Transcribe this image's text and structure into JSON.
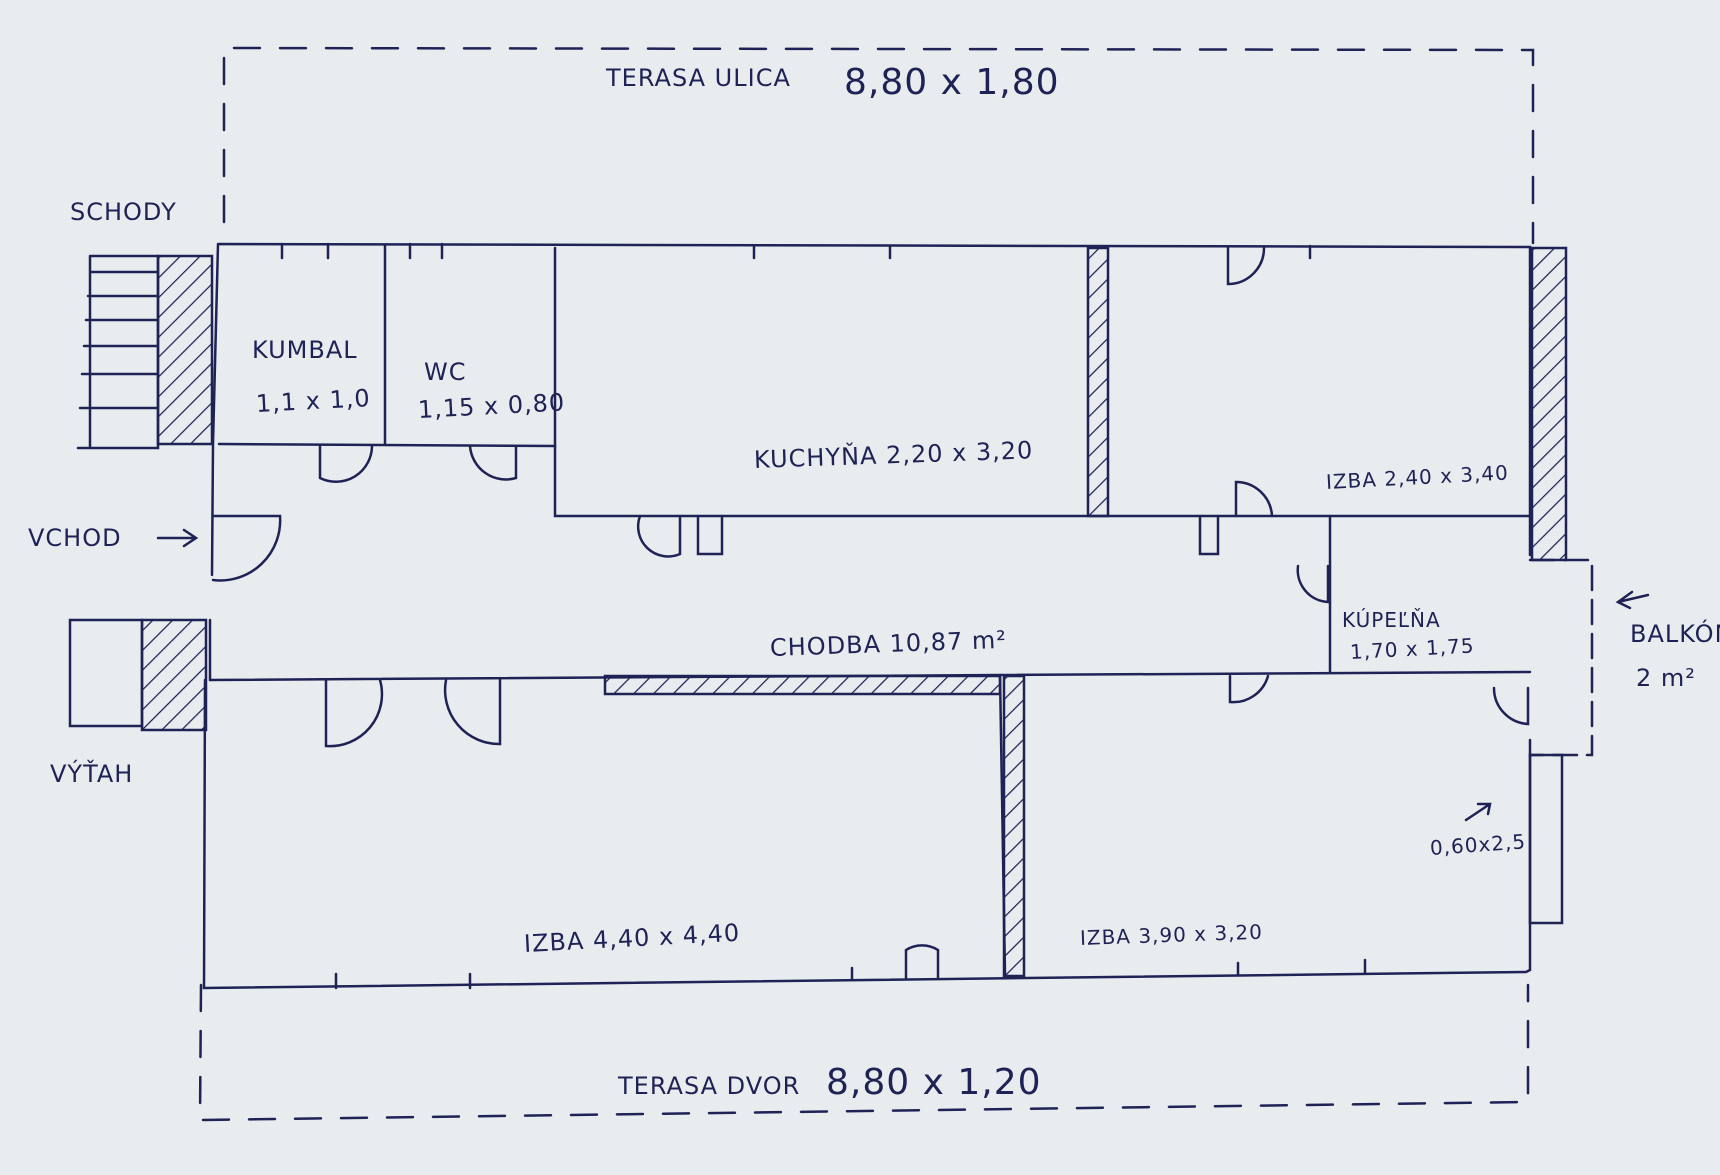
{
  "labels": {
    "terrace_street": "TERASA ULICA",
    "terrace_street_size": "8,80 x 1,80",
    "stairs": "SCHODY",
    "storage": "KUMBAL",
    "storage_size": "1,1 x 1,0",
    "wc": "WC",
    "wc_size": "1,15 x 0,80",
    "kitchen": "KUCHYŇA 2,20 x 3,20",
    "room_ne": "IZBA 2,40 x 3,40",
    "entrance": "VCHOD",
    "bathroom": "KÚPEĽŇA",
    "bathroom_size": "1,70 x 1,75",
    "balcony": "BALKÓN",
    "balcony_size": "2 m²",
    "corridor": "CHODBA 10,87 m²",
    "elevator": "VÝŤAH",
    "window_note": "0,60x2,5",
    "room_sw": "IZBA 4,40 x 4,40",
    "room_se": "IZBA 3,90 x 3,20",
    "terrace_yard": "TERASA DVOR",
    "terrace_yard_size": "8,80 x 1,20"
  },
  "colors": {
    "ink": "#1e2255",
    "paper": "#e9ecef"
  }
}
